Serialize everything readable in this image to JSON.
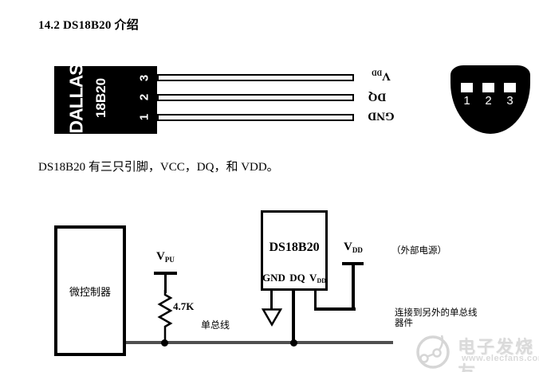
{
  "title": "14.2 DS18B20 介绍",
  "intro_text": "DS18B20 有三只引脚，VCC，DQ，和 VDD。",
  "colors": {
    "ink": "#000000",
    "bus_line": "#4f4f4f",
    "watermark": "#dadada"
  },
  "pinout": {
    "brand": "DALLAS",
    "model": "18B20",
    "pin_numbers": [
      "3",
      "2",
      "1"
    ],
    "pin_labels": [
      {
        "main": "V",
        "sub": "DD"
      },
      {
        "main": "DQ",
        "sub": ""
      },
      {
        "main": "GND",
        "sub": ""
      }
    ]
  },
  "package_bottom_view": {
    "pin_numbers": [
      "1",
      "2",
      "3"
    ]
  },
  "circuit": {
    "mcu_label": "微控制器",
    "pullup_supply": {
      "main": "V",
      "sub": "PU"
    },
    "resistor_value": "4.7K",
    "bus_label": "单总线",
    "sensor_label": "DS18B20",
    "sensor_pins": {
      "gnd": "GND",
      "dq": "DQ",
      "vdd_main": "V",
      "vdd_sub": "DD"
    },
    "external_supply": {
      "main": "V",
      "sub": "DD",
      "note": "（外部电源）"
    },
    "bus_note": "连接到另外的单总线器件"
  },
  "watermark": {
    "brand": "电子发烧友",
    "url": "www.elecfans.com"
  }
}
